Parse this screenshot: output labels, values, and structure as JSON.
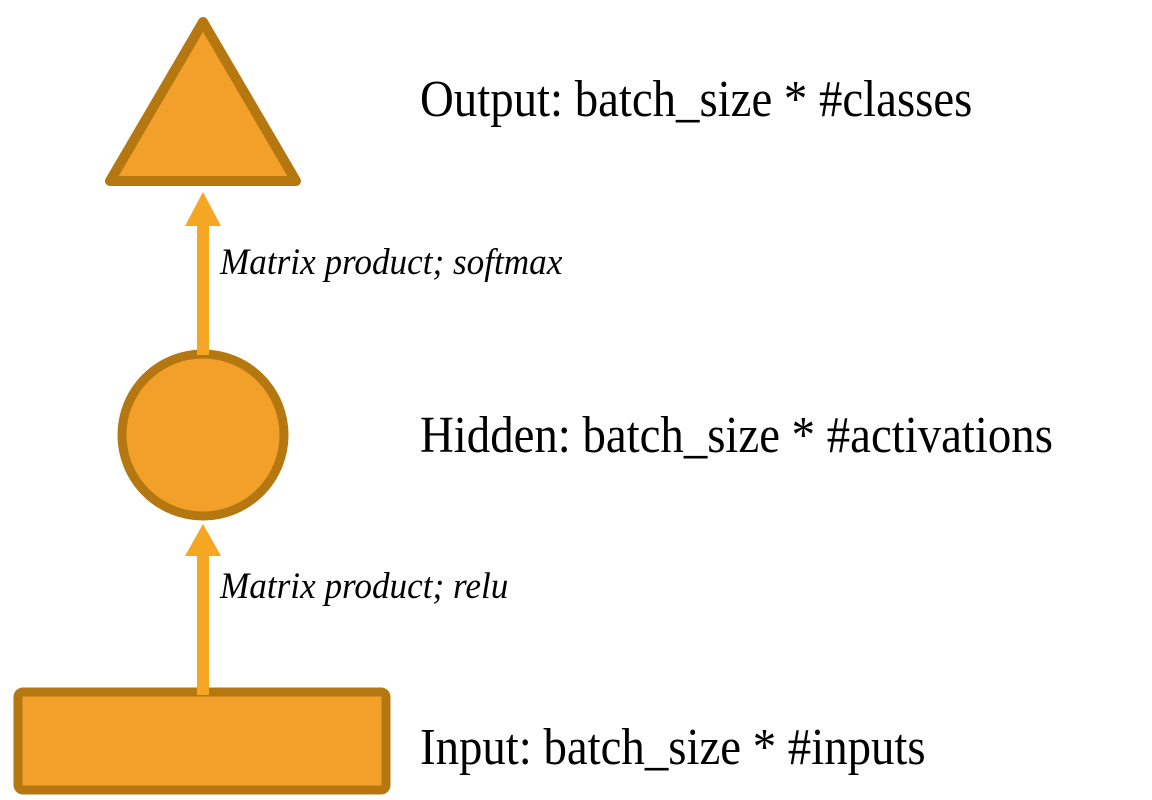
{
  "diagram": {
    "title": "Neural network layer diagram",
    "background_color": "#FFFFFF",
    "shape_fill_color": "#F2A02A",
    "shape_stroke_color": "#B57710",
    "arrow_color": "#F5A623",
    "text_color": "#000000",
    "nodes": [
      {
        "id": "output",
        "shape": "triangle",
        "label": "Output: batch_size * #classes",
        "fill": "#F2A02A",
        "stroke": "#B57710"
      },
      {
        "id": "hidden",
        "shape": "circle",
        "label": "Hidden: batch_size * #activations",
        "fill": "#F2A02A",
        "stroke": "#B57710"
      },
      {
        "id": "input",
        "shape": "rectangle",
        "label": "Input: batch_size * #inputs",
        "fill": "#F2A02A",
        "stroke": "#B57710"
      }
    ],
    "edges": [
      {
        "id": "hidden-to-output",
        "from": "hidden",
        "to": "output",
        "direction": "up",
        "label": "Matrix product; softmax",
        "color": "#F5A623"
      },
      {
        "id": "input-to-hidden",
        "from": "input",
        "to": "hidden",
        "direction": "up",
        "label": "Matrix product; relu",
        "color": "#F5A623"
      }
    ]
  }
}
